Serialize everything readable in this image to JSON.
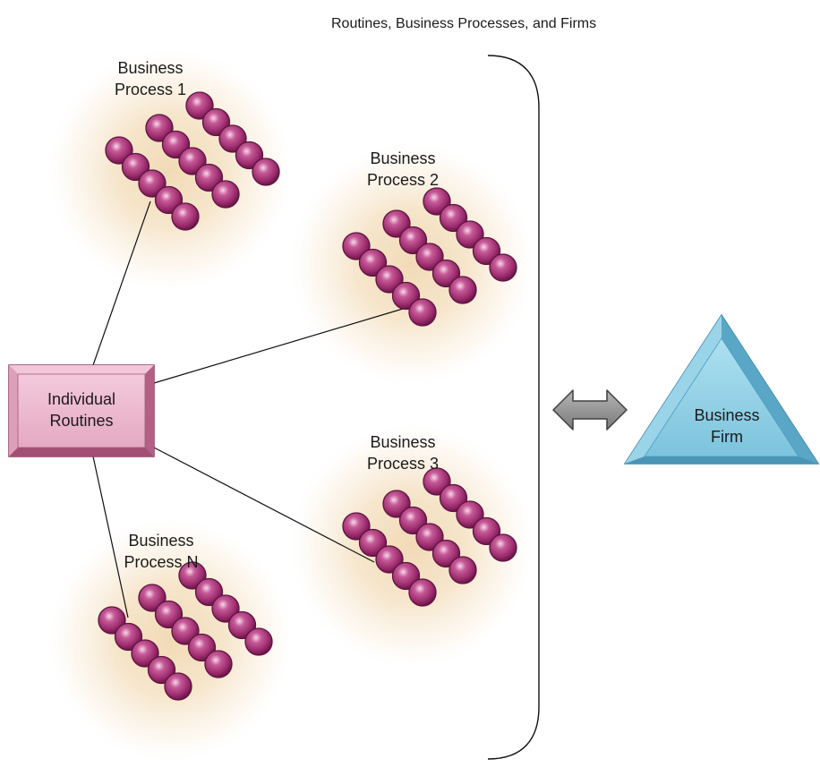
{
  "diagram": {
    "title": "Routines, Business Processes, and Firms",
    "routines_box": {
      "line1": "Individual",
      "line2": "Routines"
    },
    "processes": [
      {
        "line1": "Business",
        "line2": "Process 1"
      },
      {
        "line1": "Business",
        "line2": "Process 2"
      },
      {
        "line1": "Business",
        "line2": "Process 3"
      },
      {
        "line1": "Business",
        "line2": "Process N"
      }
    ],
    "firm": {
      "line1": "Business",
      "line2": "Firm"
    }
  },
  "colors": {
    "bead": "#9b2b6e",
    "bead_highlight": "#f4cde4",
    "bead_stroke": "#5e1440",
    "glow": "#e9c79a",
    "box_fill": "#e9b4ca",
    "box_stroke": "#8c3a60",
    "triangle_fill": "#7fc6df",
    "triangle_stroke": "#3b86a8",
    "arrow": "#8f8f8f"
  }
}
